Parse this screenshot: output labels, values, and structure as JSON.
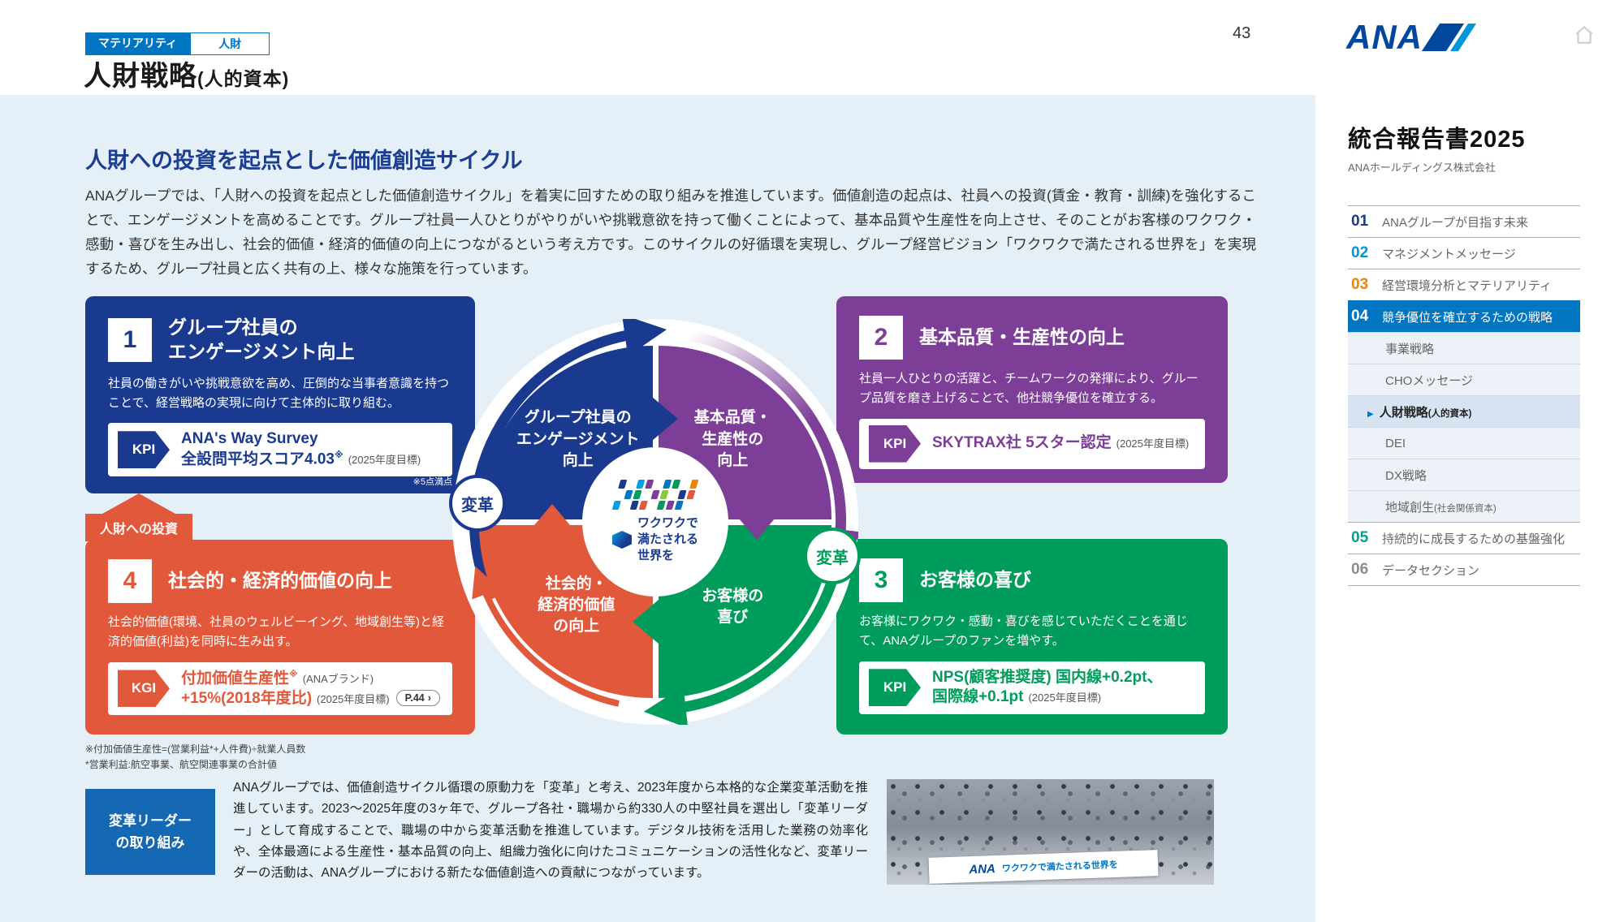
{
  "header": {
    "tag_materiality": "マテリアリティ",
    "tag_jinzai": "人財",
    "title": "人財戦略",
    "title_note": "(人的資本)",
    "page_number": "43",
    "logo_text": "ANA"
  },
  "main": {
    "section_title": "人財への投資を起点とした価値創造サイクル",
    "intro": "ANAグループでは、「人財への投資を起点とした価値創造サイクル」を着実に回すための取り組みを推進しています。価値創造の起点は、社員への投資(賃金・教育・訓練)を強化することで、エンゲージメントを高めることです。グループ社員一人ひとりがやりがいや挑戦意欲を持って働くことによって、基本品質や生産性を向上させ、そのことがお客様のワクワク・感動・喜びを生み出し、社会的価値・経済的価値の向上につながるという考え方です。このサイクルの好循環を実現し、グループ経営ビジョン「ワクワクで満たされる世界を」を実現するため、グループ社員と広く共有の上、様々な施策を行っています。",
    "investment_label": "人財への投資",
    "boxes": {
      "b1": {
        "num": "1",
        "title": "グループ社員の\nエンゲージメント向上",
        "body": "社員の働きがいや挑戦意欲を高め、圧倒的な当事者意識を持つことで、経営戦略の実現に向けて主体的に取り組む。",
        "kpi_tag": "KPI",
        "kpi_line1": "ANA's Way Survey",
        "kpi_line2": "全設問平均スコア4.03",
        "kpi_sup": "※",
        "kpi_target": "(2025年度目標)",
        "note": "※5点満点"
      },
      "b2": {
        "num": "2",
        "title": "基本品質・生産性の向上",
        "body": "社員一人ひとりの活躍と、チームワークの発揮により、グループ品質を磨き上げることで、他社競争優位を確立する。",
        "kpi_tag": "KPI",
        "kpi_line1": "SKYTRAX社 5スター認定",
        "kpi_target": "(2025年度目標)"
      },
      "b3": {
        "num": "3",
        "title": "お客様の喜び",
        "body": "お客様にワクワク・感動・喜びを感じていただくことを通じて、ANAグループのファンを増やす。",
        "kpi_tag": "KPI",
        "kpi_line1": "NPS(顧客推奨度) 国内線+0.2pt、",
        "kpi_line2": "国際線+0.1pt",
        "kpi_target": "(2025年度目標)"
      },
      "b4": {
        "num": "4",
        "title": "社会的・経済的価値の向上",
        "body": "社会的価値(環境、社員のウェルビーイング、地域創生等)と経済的価値(利益)を同時に生み出す。",
        "kpi_tag": "KGI",
        "kpi_line1": "付加価値生産性",
        "kpi_sup": "※",
        "kpi_line1_note": "(ANAブランド)",
        "kpi_line2": "+15%(2018年度比)",
        "kpi_target": "(2025年度目標)",
        "page_link": "P.44",
        "page_link_arrow": "›"
      }
    },
    "cycle": {
      "quad_blue": "グループ社員の\nエンゲージメント\n向上",
      "quad_purple": "基本品質・\n生産性の\n向上",
      "quad_orange": "社会的・\n経済的価値\nの向上",
      "quad_green": "お客様の\n喜び",
      "center_text": "ワクワクで\n満たされる\n世界を",
      "badge_left": "変革",
      "badge_right": "変革"
    },
    "footnotes": [
      "※付加価値生産性=(営業利益*+人件費)÷就業人員数",
      "*営業利益:航空事業、航空関連事業の合計値"
    ],
    "bottom": {
      "label": "変革リーダー\nの取り組み",
      "text": "ANAグループでは、価値創造サイクル循環の原動力を「変革」と考え、2023年度から本格的な企業変革活動を推進しています。2023〜2025年度の3ヶ年で、グループ各社・職場から約330人の中堅社員を選出し「変革リーダー」として育成することで、職場の中から変革活動を推進しています。デジタル技術を活用した業務の効率化や、全体最適による生産性・基本品質の向上、組織力強化に向けたコミュニケーションの活性化など、変革リーダーの活動は、ANAグループにおける新たな価値創造への貢献につながっています。",
      "photo_banner_brand": "ANA",
      "photo_banner_text": "ワクワクで満たされる世界を"
    }
  },
  "sidebar": {
    "title": "統合報告書2025",
    "subtitle": "ANAホールディングス株式会社",
    "active_marker": "▶",
    "items": [
      {
        "num": "01",
        "label": "ANAグループが目指す未来"
      },
      {
        "num": "02",
        "label": "マネジメントメッセージ"
      },
      {
        "num": "03",
        "label": "経営環境分析とマテリアリティ"
      },
      {
        "num": "04",
        "label": "競争優位を確立するための戦略"
      },
      {
        "label": "事業戦略"
      },
      {
        "label": "CHOメッセージ"
      },
      {
        "label": "人財戦略",
        "note": "(人的資本)"
      },
      {
        "label": "DEI"
      },
      {
        "label": "DX戦略"
      },
      {
        "label": "地域創生",
        "note": "(社会関係資本)"
      },
      {
        "num": "05",
        "label": "持続的に成長するための基盤強化"
      },
      {
        "num": "06",
        "label": "データセクション"
      }
    ]
  },
  "colors": {
    "accent_blue": "#0075c2",
    "navy": "#1a3a8f",
    "purple": "#7c3e96",
    "green": "#009c5c",
    "orange": "#e2583a",
    "panel_bg": "#e4eff8",
    "ana_brand": "#00479d"
  }
}
